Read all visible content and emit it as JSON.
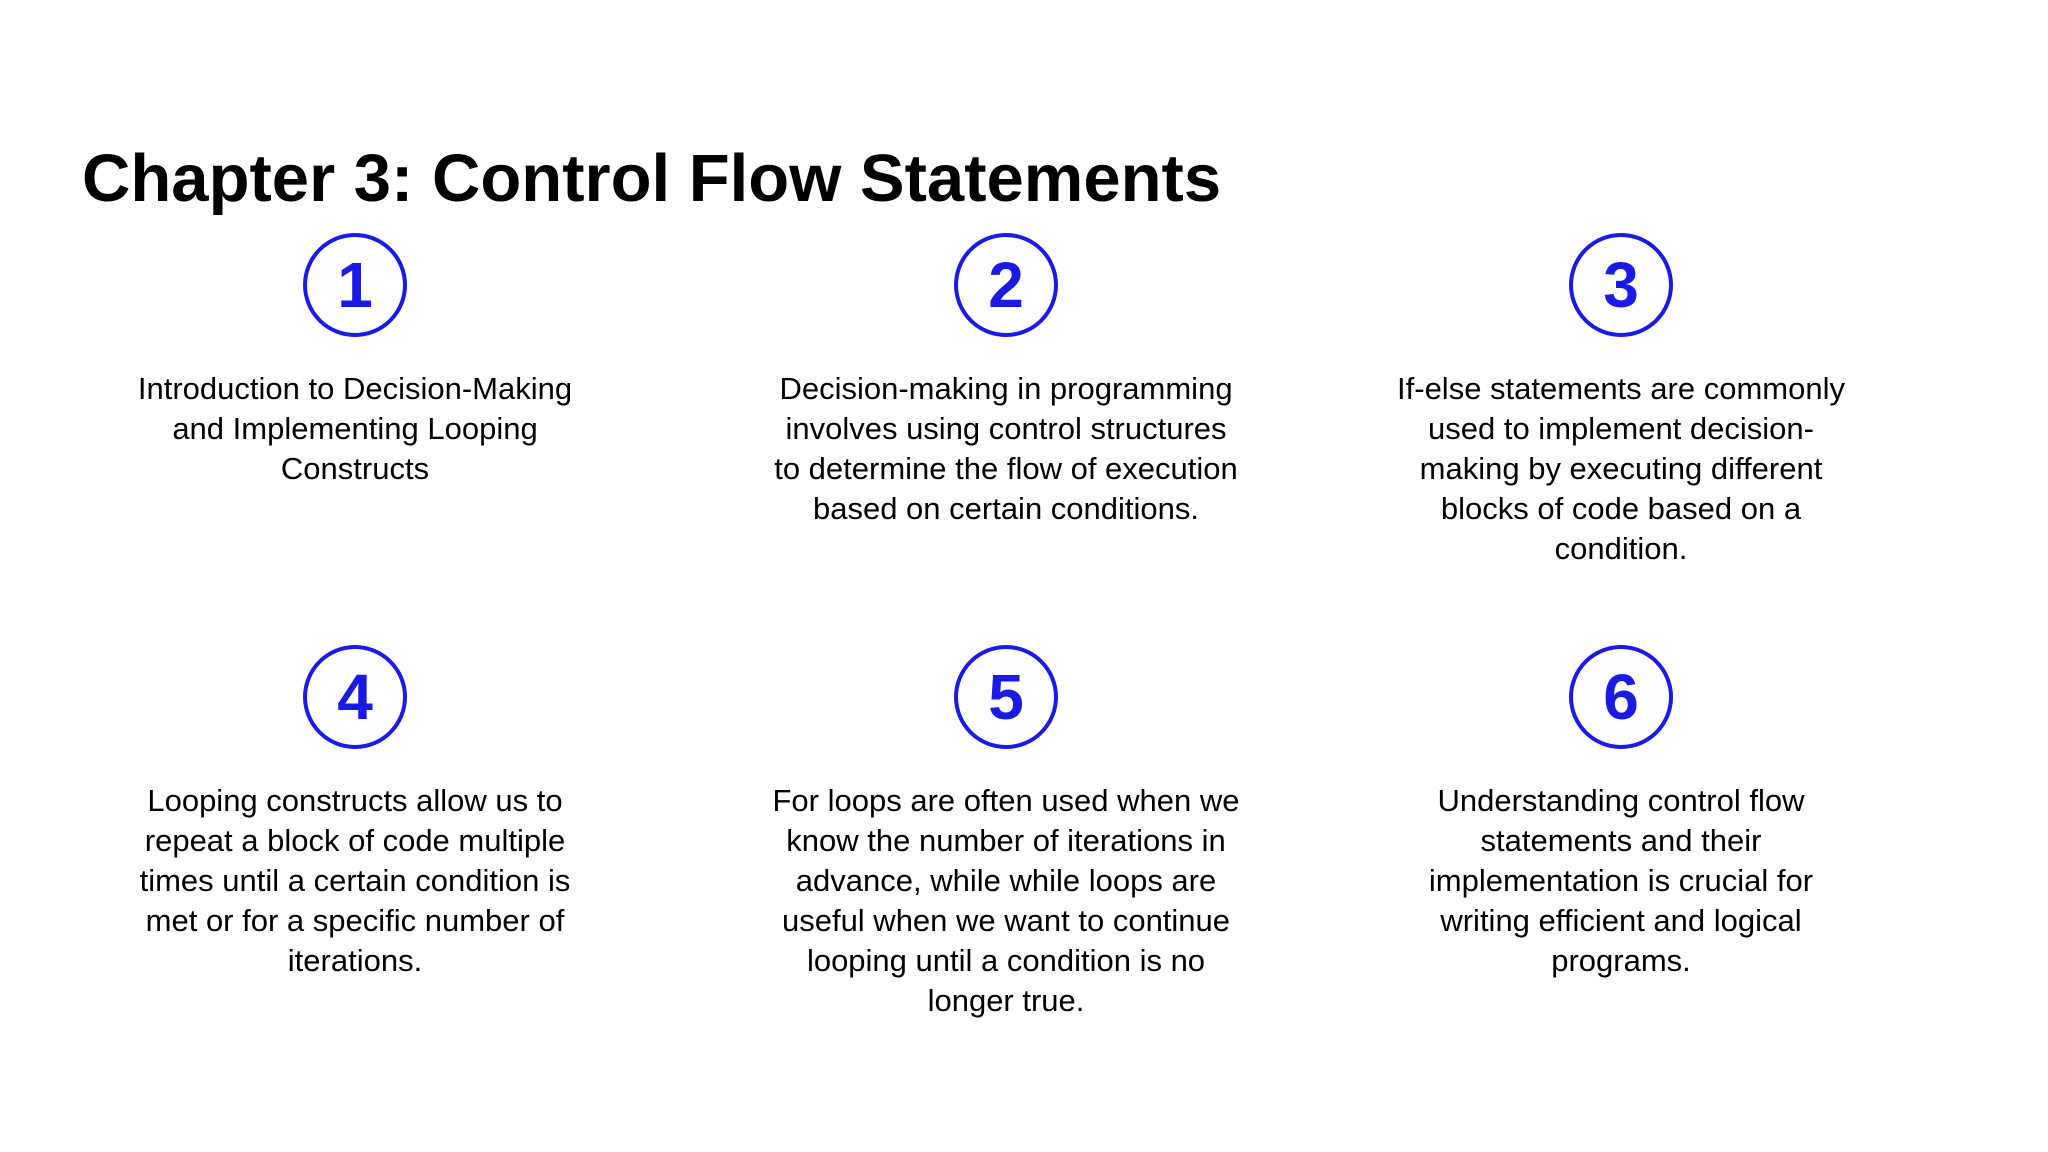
{
  "slide": {
    "title": "Chapter 3: Control Flow Statements",
    "accent_color": "#1a1ae6",
    "text_color": "#000000",
    "background_color": "#ffffff",
    "items": [
      {
        "number": "1",
        "text": "Introduction to Decision-Making\nand Implementing Looping\nConstructs"
      },
      {
        "number": "2",
        "text": "Decision-making in programming\ninvolves using control structures\nto determine the flow of execution\nbased on certain conditions."
      },
      {
        "number": "3",
        "text": "If-else statements are commonly\nused to implement decision-\nmaking by executing different\nblocks of code based on a\ncondition."
      },
      {
        "number": "4",
        "text": "Looping constructs allow us to\nrepeat a block of code multiple\ntimes until a certain condition is\nmet or for a specific number of\niterations."
      },
      {
        "number": "5",
        "text": "For loops are often used when we\nknow the number of iterations in\nadvance, while while loops are\nuseful when we want to continue\nlooping until a condition is no\nlonger true."
      },
      {
        "number": "6",
        "text": "Understanding control flow\nstatements and their\nimplementation is crucial for\nwriting efficient and logical\nprograms."
      }
    ]
  }
}
